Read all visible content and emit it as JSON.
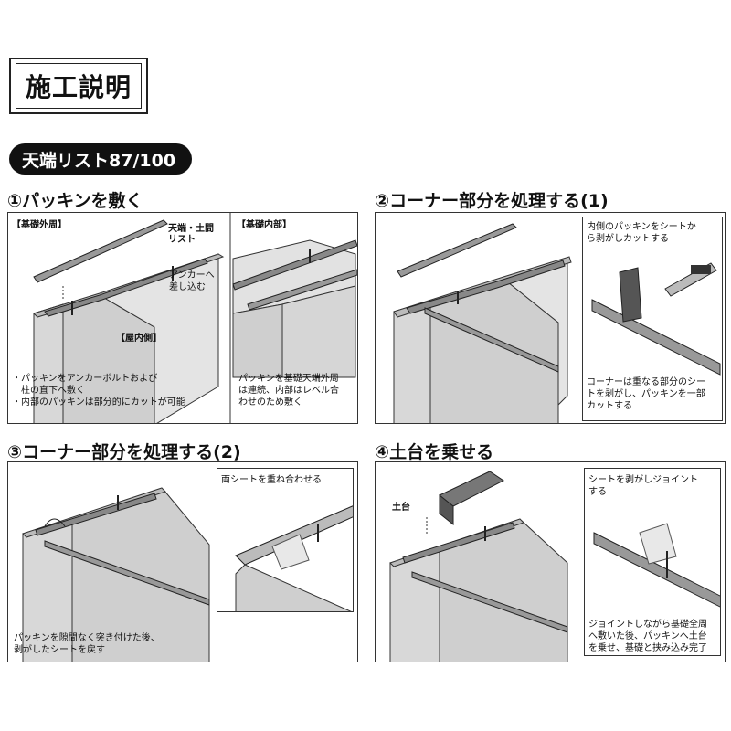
{
  "header": {
    "title": "施工説明",
    "product_pill": "天端リスト87/100"
  },
  "sections": [
    {
      "title": "①パッキンを敷く",
      "label_outer": "【基礎外周】",
      "label_inner": "【基礎内部】",
      "label_indoor": "【屋内側】",
      "callout_strip": [
        "天端・土間",
        "リスト"
      ],
      "callout_anchor": [
        "アンカーへ",
        "差し込む"
      ],
      "note_left": [
        "・パッキンをアンカーボルトおよび",
        "　柱の直下へ敷く",
        "・内部のパッキンは部分的にカットが可能"
      ],
      "note_right": [
        "パッキンを基礎天端外周",
        "は連続、内部はレベル合",
        "わせのため敷く"
      ]
    },
    {
      "title": "②コーナー部分を処理する(1)",
      "inset_top": [
        "内側のパッキンをシートか",
        "ら剥がしカットする"
      ],
      "inset_bottom": [
        "コーナーは重なる部分のシー",
        "トを剥がし、パッキンを一部",
        "カットする"
      ]
    },
    {
      "title": "③コーナー部分を処理する(2)",
      "inset_top": [
        "両シートを重ね合わせる"
      ],
      "note": [
        "パッキンを隙間なく突き付けた後、",
        "剥がしたシートを戻す"
      ]
    },
    {
      "title": "④土台を乗せる",
      "callout_sill": "土台",
      "inset_top": [
        "シートを剥がしジョイント",
        "する"
      ],
      "inset_bottom": [
        "ジョイントしながら基礎全周",
        "へ敷いた後、パッキンへ土台",
        "を乗せ、基礎と挟み込み完了"
      ]
    }
  ]
}
